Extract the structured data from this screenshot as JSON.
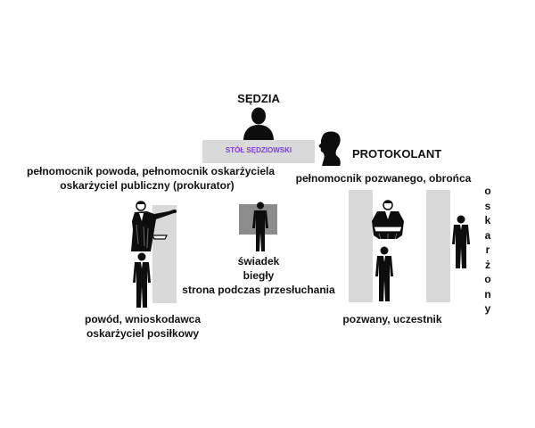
{
  "colors": {
    "panel_gray": "#d9d9d9",
    "witness_box": "#8c8c8c",
    "figure": "#0d0d0d",
    "judge_table_text": "#7a3fd6"
  },
  "icons": {
    "judge": "person-bust-icon",
    "recorder": "head-profile-icon",
    "standing_person": "standing-man-suit-icon",
    "lawyer_gown": "lawyer-in-gown-icon"
  },
  "judge": {
    "label": "SĘDZIA"
  },
  "judge_table": {
    "label": "STÓŁ SĘDZIOWSKI"
  },
  "recorder": {
    "label": "PROTOKOLANT"
  },
  "left_attorney": {
    "line1": "pełnomocnik powoda, pełnomocnik oskarżyciela",
    "line2": "oskarżyciel publiczny (prokurator)"
  },
  "right_attorney": {
    "label": "pełnomocnik pozwanego, obrońca"
  },
  "witness": {
    "line1": "świadek",
    "line2": "biegły",
    "line3": "strona podczas przesłuchania"
  },
  "plaintiff": {
    "line1": "powód, wnioskodawca",
    "line2": "oskarżyciel posiłkowy"
  },
  "defendant": {
    "label": "pozwany, uczestnik"
  },
  "accused": {
    "label": "o\ns\nk\na\nr\nż\no\nn\ny"
  }
}
